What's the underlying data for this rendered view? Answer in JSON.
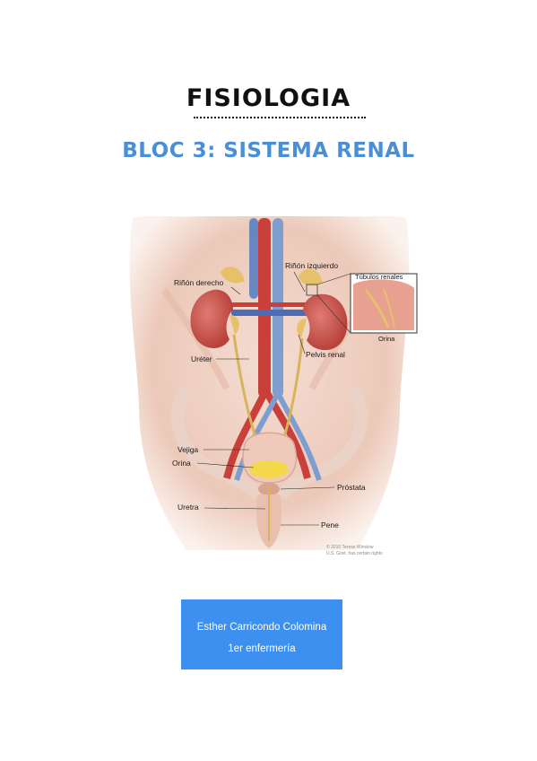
{
  "header": {
    "title": "FISIOLOGIA",
    "subtitle": "BLOC 3: SISTEMA RENAL",
    "subtitle_color": "#4a8fd6"
  },
  "figure": {
    "labels": {
      "kidney_right": "Riñón derecho",
      "kidney_left": "Riñón izquierdo",
      "tubules": "Túbulos renales",
      "urine_inset": "Orina",
      "ureter": "Uréter",
      "renal_pelvis": "Pelvis renal",
      "bladder": "Vejiga",
      "urine": "Orina",
      "prostate": "Próstata",
      "urethra": "Uretra",
      "penis": "Pene"
    },
    "copyright_line1": "© 2010 Terese Winslow",
    "copyright_line2": "U.S. Govt. has certain rights"
  },
  "author": {
    "name": "Esther Carricondo Colomina",
    "course": "1er  enfermería",
    "box_color": "#3d8ff0"
  }
}
